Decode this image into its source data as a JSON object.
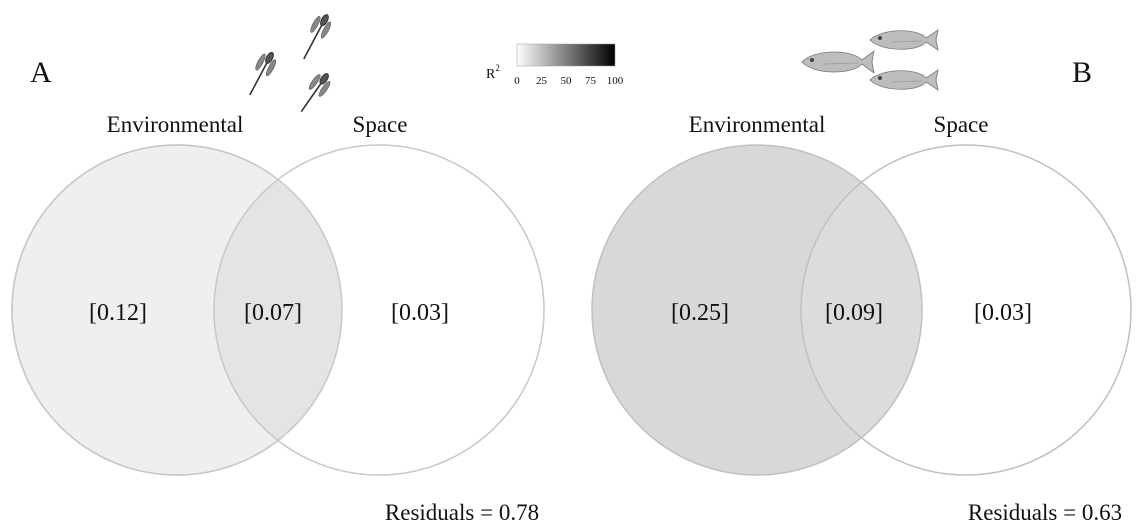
{
  "legend": {
    "title": "R",
    "title_superscript": "2",
    "ticks": [
      "0",
      "25",
      "50",
      "75",
      "100"
    ],
    "scale": {
      "min": 0,
      "max": 100,
      "color_low": "#ffffff",
      "color_high": "#000000"
    }
  },
  "panels": [
    {
      "letter": "A",
      "organism_icon": "damselfly-icon",
      "set_labels": {
        "left": "Environmental",
        "right": "Space"
      },
      "regions": {
        "left_only": "[0.12]",
        "shared": "[0.07]",
        "right_only": "[0.03]"
      },
      "fractions": {
        "left_only": 0.12,
        "shared": 0.07,
        "right_only": 0.03
      },
      "fills": {
        "left_circle": "#efefef",
        "right_circle": "#ffffff",
        "overlap": "#e4e4e4"
      },
      "residuals_text": "Residuals = 0.78",
      "residuals": 0.78
    },
    {
      "letter": "B",
      "organism_icon": "fish-icon",
      "set_labels": {
        "left": "Environmental",
        "right": "Space"
      },
      "regions": {
        "left_only": "[0.25]",
        "shared": "[0.09]",
        "right_only": "[0.03]"
      },
      "fractions": {
        "left_only": 0.25,
        "shared": 0.09,
        "right_only": 0.03
      },
      "fills": {
        "left_circle": "#d8d8d8",
        "right_circle": "#ffffff",
        "overlap": "#dcdcdc"
      },
      "residuals_text": "Residuals = 0.63",
      "residuals": 0.63
    }
  ]
}
